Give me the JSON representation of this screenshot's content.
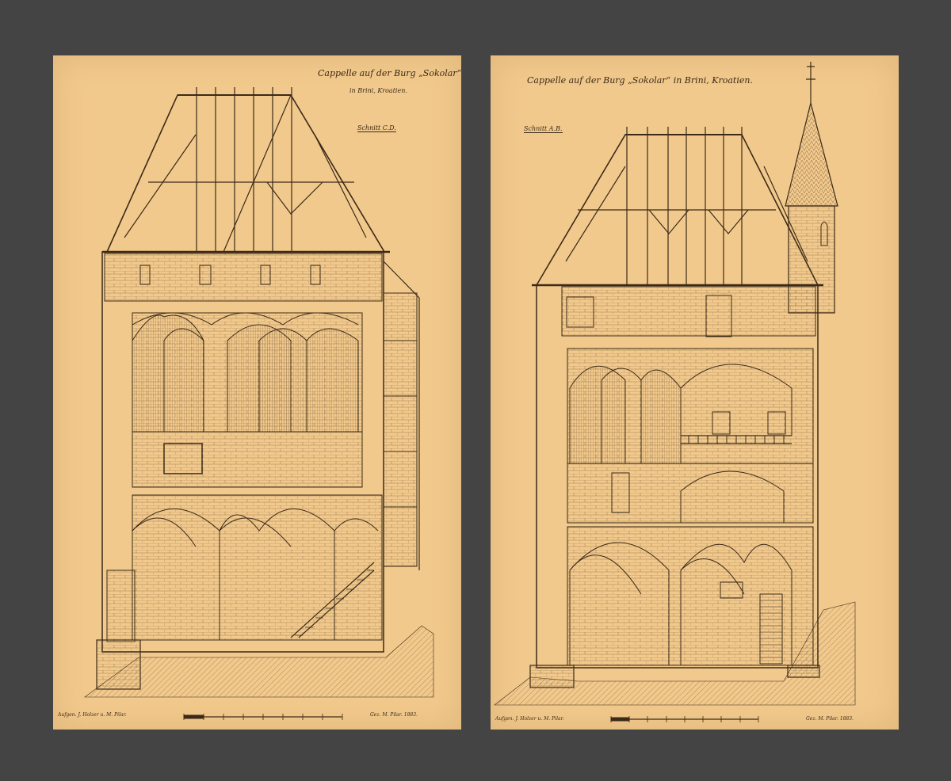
{
  "left_sheet": {
    "title": "Cappelle auf der Burg „Sokolar“",
    "subtitle": "in Brini, Kroatien.",
    "section_label": "Schnitt C.D.",
    "footer_left": "Aufgen. J. Holzer u. M. Pilar.",
    "footer_right": "Gez. M. Pilar. 1883."
  },
  "right_sheet": {
    "title": "Cappelle auf der Burg „Sokolar“ in Brini, Kroatien.",
    "section_label": "Schnitt A.B.",
    "footer_left": "Aufgen. J. Holzer u. M. Pilar.",
    "footer_right": "Gez. M. Pilar. 1883."
  }
}
